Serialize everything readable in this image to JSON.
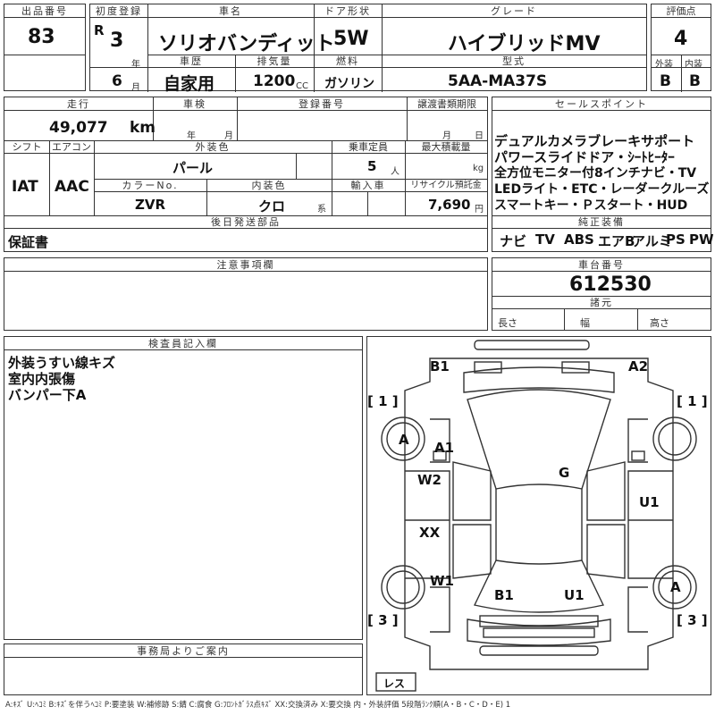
{
  "top": {
    "lot_label": "出品番号",
    "lot": "83",
    "first_reg_label": "初度登録",
    "era": "R",
    "year": "3",
    "year_unit": "年",
    "month": "6",
    "month_unit": "月",
    "name_label": "車名",
    "name": "ソリオバンディット",
    "door_label": "ドア形状",
    "door": "5W",
    "grade_label": "グレード",
    "grade": "ハイブリッドMV",
    "score_label": "評価点",
    "score": "4",
    "history_label": "車歴",
    "history": "自家用",
    "disp_label": "排気量",
    "disp": "1200",
    "disp_unit": "CC",
    "fuel_label": "燃料",
    "fuel": "ガソリン",
    "model_label": "型式",
    "model": "5AA-MA37S",
    "ext_label": "外装",
    "ext": "B",
    "int_label": "内装",
    "int": "B"
  },
  "row2": {
    "mileage_label": "走行",
    "mileage": "49,077",
    "mileage_unit": "km",
    "inspection_label": "車検",
    "inspection_year": "年",
    "inspection_month": "月",
    "regno_label": "登録番号",
    "transfer_label": "譲渡書類期限",
    "transfer_month": "月",
    "transfer_day": "日",
    "shift_label": "シフト",
    "shift": "IAT",
    "ac_label": "エアコン",
    "ac": "AAC",
    "color_label": "外装色",
    "color": "パール",
    "capacity_label": "乗車定員",
    "capacity": "5",
    "capacity_unit": "人",
    "load_label": "最大積載量",
    "load_unit": "kg",
    "color_no_label": "カラーNo.",
    "color_no": "ZVR",
    "int_color_label": "内装色",
    "int_color": "クロ",
    "int_color_unit": "系",
    "import_label": "輸入車",
    "recycle_label": "リサイクル預託金",
    "recycle": "7,690",
    "recycle_unit": "円",
    "later_label": "後日発送部品",
    "later": "保証書"
  },
  "sales": {
    "label": "セールスポイント",
    "lines": [
      "デュアルカメラブレーキサポート",
      "パワースライドドア・ｼｰﾄﾋｰﾀｰ",
      "全方位モニター付8インチナビ・TV",
      "LEDライト・ETC・レーダークルーズ",
      "スマートキー・Ｐスタート・HUD"
    ]
  },
  "equip": {
    "label": "純正装備",
    "items": [
      "ナビ",
      "TV",
      "ABS",
      "エアB",
      "アルミ",
      "PS",
      "PW"
    ]
  },
  "notes_label": "注意事項欄",
  "chassis": {
    "label": "車台番号",
    "value": "612530"
  },
  "specs": {
    "label": "諸元",
    "length": "長さ",
    "width": "幅",
    "height": "高さ"
  },
  "inspector": {
    "label": "検査員記入欄",
    "lines": [
      "外装うすい線キズ",
      "室内内張傷",
      "バンパー下A"
    ]
  },
  "office_label": "事務局よりご案内",
  "diagram": {
    "labels": {
      "b1_top": "B1",
      "a2_top": "A2",
      "a1": "A1",
      "g": "G",
      "w2": "W2",
      "u1_right": "U1",
      "xx": "XX",
      "w1": "W1",
      "b1_bot": "B1",
      "u1_bot": "U1",
      "wheel_fl": "A",
      "wheel_rr": "A",
      "less": "レス"
    },
    "corner_fl": "[ 1 ]",
    "corner_fr": "[ 1 ]",
    "corner_rl": "[ 3 ]",
    "corner_rr": "[ 3 ]"
  },
  "legend": "A:ｷｽﾞ U:ﾍｺﾐ B:ｷｽﾞを伴うﾍｺﾐ P:要塗装 W:補修跡 S:錆 C:腐食 G:ﾌﾛﾝﾄｶﾞﾗｽ点ｷｽﾞ XX:交換済み X:要交換 内・外装評価 5段階ﾗﾝｸ順(A・B・C・D・E) 1"
}
